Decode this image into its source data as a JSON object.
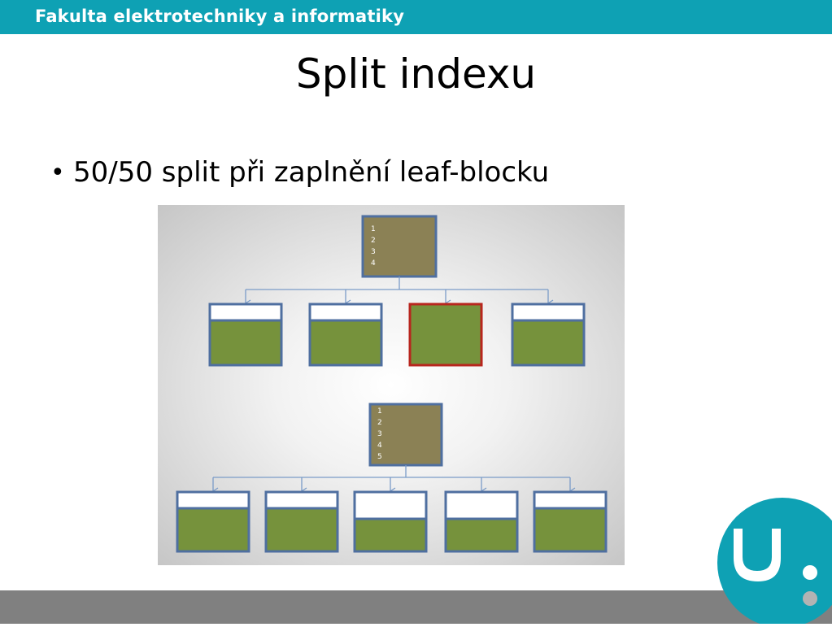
{
  "header": {
    "faculty": "Fakulta elektrotechniky a informatiky"
  },
  "title": "Split indexu",
  "bullets": [
    {
      "text": "50/50 split při zaplnění leaf-blocku"
    }
  ],
  "diagram": {
    "top_root_keys": [
      "1",
      "2",
      "3",
      "4"
    ],
    "bottom_root_keys": [
      "1",
      "2",
      "3",
      "4",
      "5"
    ],
    "colors": {
      "branch_block": "#8b8155",
      "leaf_fill": "#76923c",
      "leaf_border": "#4f6fa0",
      "full_leaf_border": "#b8261e",
      "connector": "#7b9cc8"
    }
  },
  "colors": {
    "header": "#0ea1b4",
    "footer": "#808080",
    "logo": "#0ea1b4"
  }
}
